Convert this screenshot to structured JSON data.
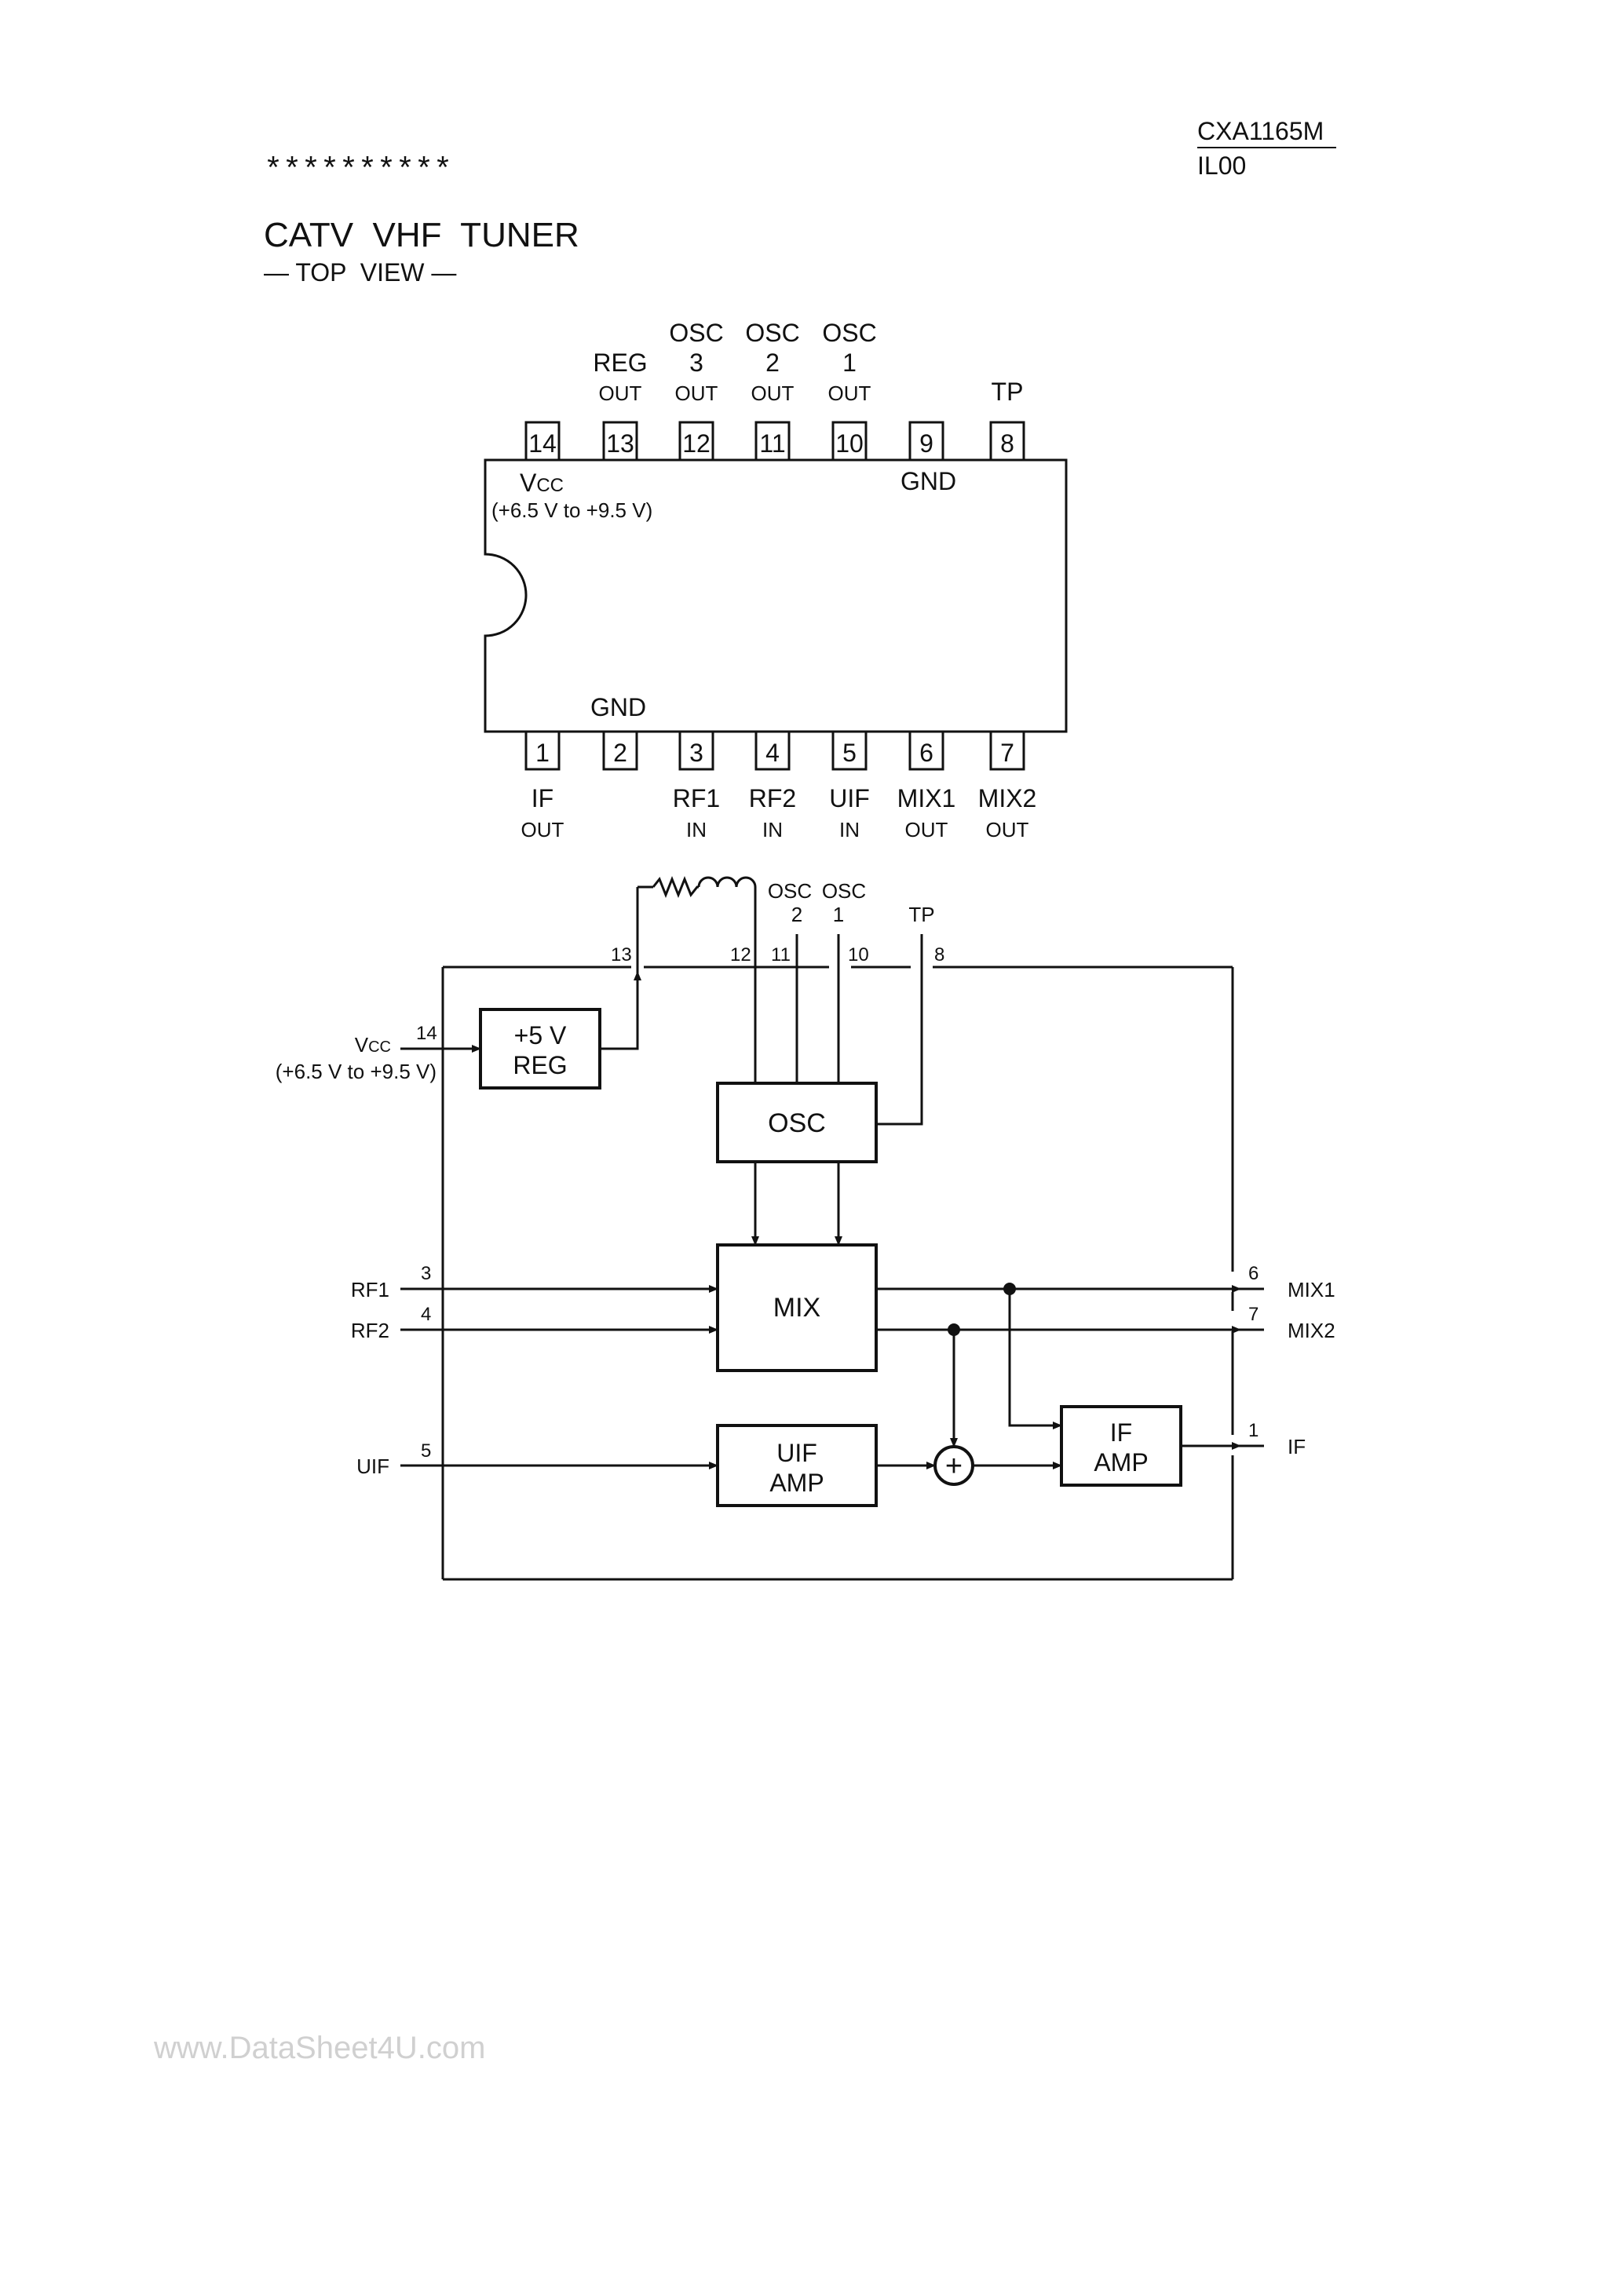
{
  "header": {
    "part_number": "CXA1165M",
    "code": "IL00",
    "stars": "**********"
  },
  "title": {
    "main": "CATV  VHF  TUNER",
    "sub": "— TOP  VIEW —"
  },
  "pinout": {
    "top_pins": [
      {
        "num": "14",
        "l1": "",
        "l2": "",
        "l3": ""
      },
      {
        "num": "13",
        "l1": "",
        "l2": "REG",
        "l3": "OUT"
      },
      {
        "num": "12",
        "l1": "OSC",
        "l2": "3",
        "l3": "OUT"
      },
      {
        "num": "11",
        "l1": "OSC",
        "l2": "2",
        "l3": "OUT"
      },
      {
        "num": "10",
        "l1": "OSC",
        "l2": "1",
        "l3": "OUT"
      },
      {
        "num": "9",
        "l1": "",
        "l2": "",
        "l3": ""
      },
      {
        "num": "8",
        "l1": "",
        "l2": "",
        "l3": "TP"
      }
    ],
    "bottom_pins": [
      {
        "num": "1",
        "l1": "IF",
        "l2": "OUT"
      },
      {
        "num": "2",
        "l1": "",
        "l2": ""
      },
      {
        "num": "3",
        "l1": "RF1",
        "l2": "IN"
      },
      {
        "num": "4",
        "l1": "RF2",
        "l2": "IN"
      },
      {
        "num": "5",
        "l1": "UIF",
        "l2": "IN"
      },
      {
        "num": "6",
        "l1": "MIX1",
        "l2": "OUT"
      },
      {
        "num": "7",
        "l1": "MIX2",
        "l2": "OUT"
      }
    ],
    "vcc_main": "V",
    "vcc_sub": "CC",
    "vcc_range": "(+6.5 V to +9.5 V)",
    "gnd_top": "GND",
    "gnd_bottom": "GND"
  },
  "block": {
    "blocks": {
      "reg_l1": "+5 V",
      "reg_l2": "REG",
      "osc": "OSC",
      "mix": "MIX",
      "uif_l1": "UIF",
      "uif_l2": "AMP",
      "ifamp_l1": "IF",
      "ifamp_l2": "AMP",
      "sum": "+"
    },
    "top_labels": {
      "osc2_l1": "OSC",
      "osc2_l2": "2",
      "osc1_l1": "OSC",
      "osc1_l2": "1",
      "tp": "TP"
    },
    "pins": {
      "p13": "13",
      "p12": "12",
      "p11": "11",
      "p10": "10",
      "p8": "8",
      "p14": "14",
      "p3": "3",
      "p4": "4",
      "p5": "5",
      "p6": "6",
      "p7": "7",
      "p1": "1"
    },
    "left_labels": {
      "vcc_main": "V",
      "vcc_sub": "CC",
      "vcc_range": "(+6.5 V to +9.5 V)",
      "rf1": "RF1",
      "rf2": "RF2",
      "uif": "UIF"
    },
    "right_labels": {
      "mix1": "MIX1",
      "mix2": "MIX2",
      "if": "IF"
    }
  },
  "footer": {
    "watermark": "www.DataSheet4U.com"
  }
}
